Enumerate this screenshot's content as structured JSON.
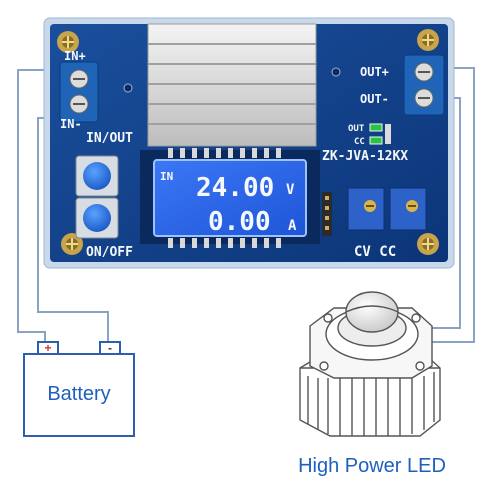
{
  "board": {
    "model": "ZK-JVA-12KX",
    "in_plus": "IN+",
    "in_minus": "IN-",
    "out_plus": "OUT+",
    "out_minus": "OUT-",
    "in_out": "IN/OUT",
    "on_off": "ON/OFF",
    "led_out": "OUT",
    "led_cc": "CC",
    "cv_cc": "CV CC"
  },
  "lcd": {
    "in_label": "IN",
    "voltage": "24.00",
    "voltage_unit": "V",
    "current": "0.00",
    "current_unit": "A"
  },
  "battery": {
    "label": "Battery",
    "plus": "+",
    "minus": "-"
  },
  "led": {
    "label": "High Power LED"
  },
  "colors": {
    "pcb": "#0f3f86",
    "wire": "#8aa2c4",
    "terminal": "#1f64b6",
    "lcd": "#2e6bf0",
    "label_text": "#1f5fbf"
  }
}
